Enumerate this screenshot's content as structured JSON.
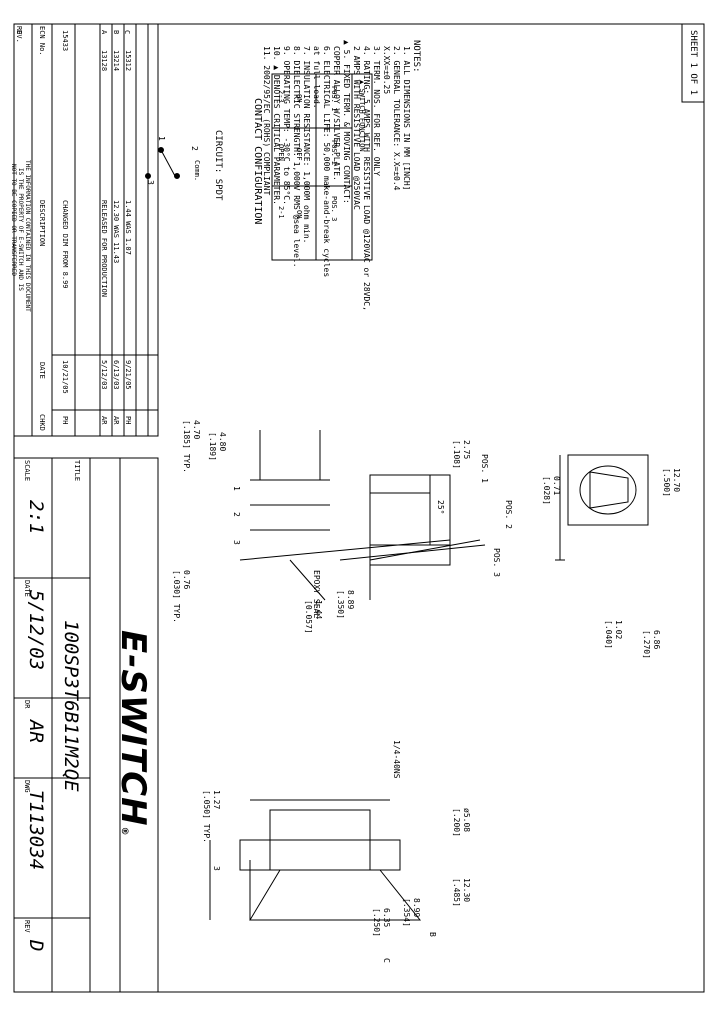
{
  "sheet_label": "SHEET 1 OF 1",
  "circuit": {
    "title": "CIRCUIT: SPDT",
    "terminal_labels": [
      "2",
      "Comm.",
      "1",
      "3"
    ]
  },
  "contact_config": {
    "title": "CONTACT CONFIGURATION",
    "header": [
      "▲ SWITCH FUNCTION",
      "POS. 1",
      "POS. 2",
      "POS. 3"
    ],
    "row1": [
      "",
      "ON",
      "OFF",
      "ON"
    ],
    "row2": [
      "",
      "2-3",
      "OPEN",
      "2-1"
    ]
  },
  "notes": {
    "heading": "NOTES:",
    "lines": [
      "1. ALL DIMENSIONS IN MM [INCH]",
      "2. GENERAL TOLERANCE: X.X=±0.4",
      "                     X.XX=±0.25",
      "3. TERM. NOS. FOR REF. ONLY",
      "4. RATING: 5 AMPS WITH RESISTIVE LOAD @120VAC or 28VDC,",
      "            2 AMPS WITH RESISTIVE LOAD @250VAC",
      "▲ 5. FIXED TERM. & MOVING CONTACT:",
      "        COPPER ALLOY W/SILVER PLATE.",
      "6. ELECTRICAL LIFE: 50,000 make-and-break cycles",
      "                    at full load.",
      "7. INSULATION RESISTANCE: 1,000M ohm min.",
      "8. DIELECTRIC STRENGTH: 1,000V RMS @sea level.",
      "9. OPERATING TEMP: -30°C to 85°C.",
      "10. ▲ DENOTES CRITICAL PARAMETER.",
      "11. 2002/95/EC (ROHS) COMPLIANT"
    ]
  },
  "revisions": {
    "header": [
      "REV.",
      "ECN No.",
      "DESCRIPTION",
      "DATE",
      "CHKD"
    ],
    "rows": [
      [
        "D",
        "15433",
        "CHANGED DIM FROM 8.99",
        "10/21/05",
        "PH"
      ],
      [
        "C",
        "15312",
        "1.44 WAS 1.07",
        "9/21/05",
        "PH"
      ],
      [
        "B",
        "13214",
        "12.30 WAS 11.43",
        "6/13/03",
        "AR"
      ],
      [
        "A",
        "13128",
        "RELEASED FOR PRODUCTION",
        "5/12/03",
        "AR"
      ]
    ]
  },
  "disclaimer": [
    "THE INFORMATION CONTAINED IN THIS DOCUMENT",
    "IS THE PROPERTY OF E-SWITCH AND IS",
    "NOT TO BE COPIED OR TRANSFERRED"
  ],
  "title_block": {
    "title_label": "TITLE",
    "title": "100SP3T6B11M2QE",
    "scale_label": "SCALE",
    "scale": "2:1",
    "date_label": "DATE",
    "date": "5/12/03",
    "dr_label": "DR",
    "dr": "AR",
    "dwg_label": "DWG",
    "dwg": "T113034",
    "rev_label": "REV",
    "rev": "D",
    "logo": "E-SWITCH",
    "logo_mark": "®"
  },
  "top_view": {
    "dims": [
      "12.70",
      "[.500]",
      "0.71",
      "[.028]",
      "1.02",
      "[.040]",
      "6.86",
      "[.270]"
    ]
  },
  "side_view": {
    "pos_labels": [
      "POS. 1",
      "POS. 2",
      "POS. 3"
    ],
    "angle": "25°",
    "terminal_nums": [
      "1",
      "2",
      "3"
    ],
    "dims": [
      "2.75",
      "[.108]",
      "4.80",
      "[.189]",
      "4.70",
      "[.185] TYP.",
      "0.76",
      "[.030] TYP.",
      "8.89",
      "[.350]",
      "1.44",
      "[0.057]"
    ],
    "epoxy_label": "EPOXY SEAL"
  },
  "front_view": {
    "thread_label": "1/4-40NS",
    "terminal_num": "3",
    "dims": [
      "ø5.08",
      "[.200]",
      "12.30",
      "[.485]",
      "8.99",
      "[.354]",
      "6.35",
      "[.250]",
      "1.27",
      "[.050] TYP."
    ],
    "callouts": [
      "B",
      "C"
    ]
  }
}
